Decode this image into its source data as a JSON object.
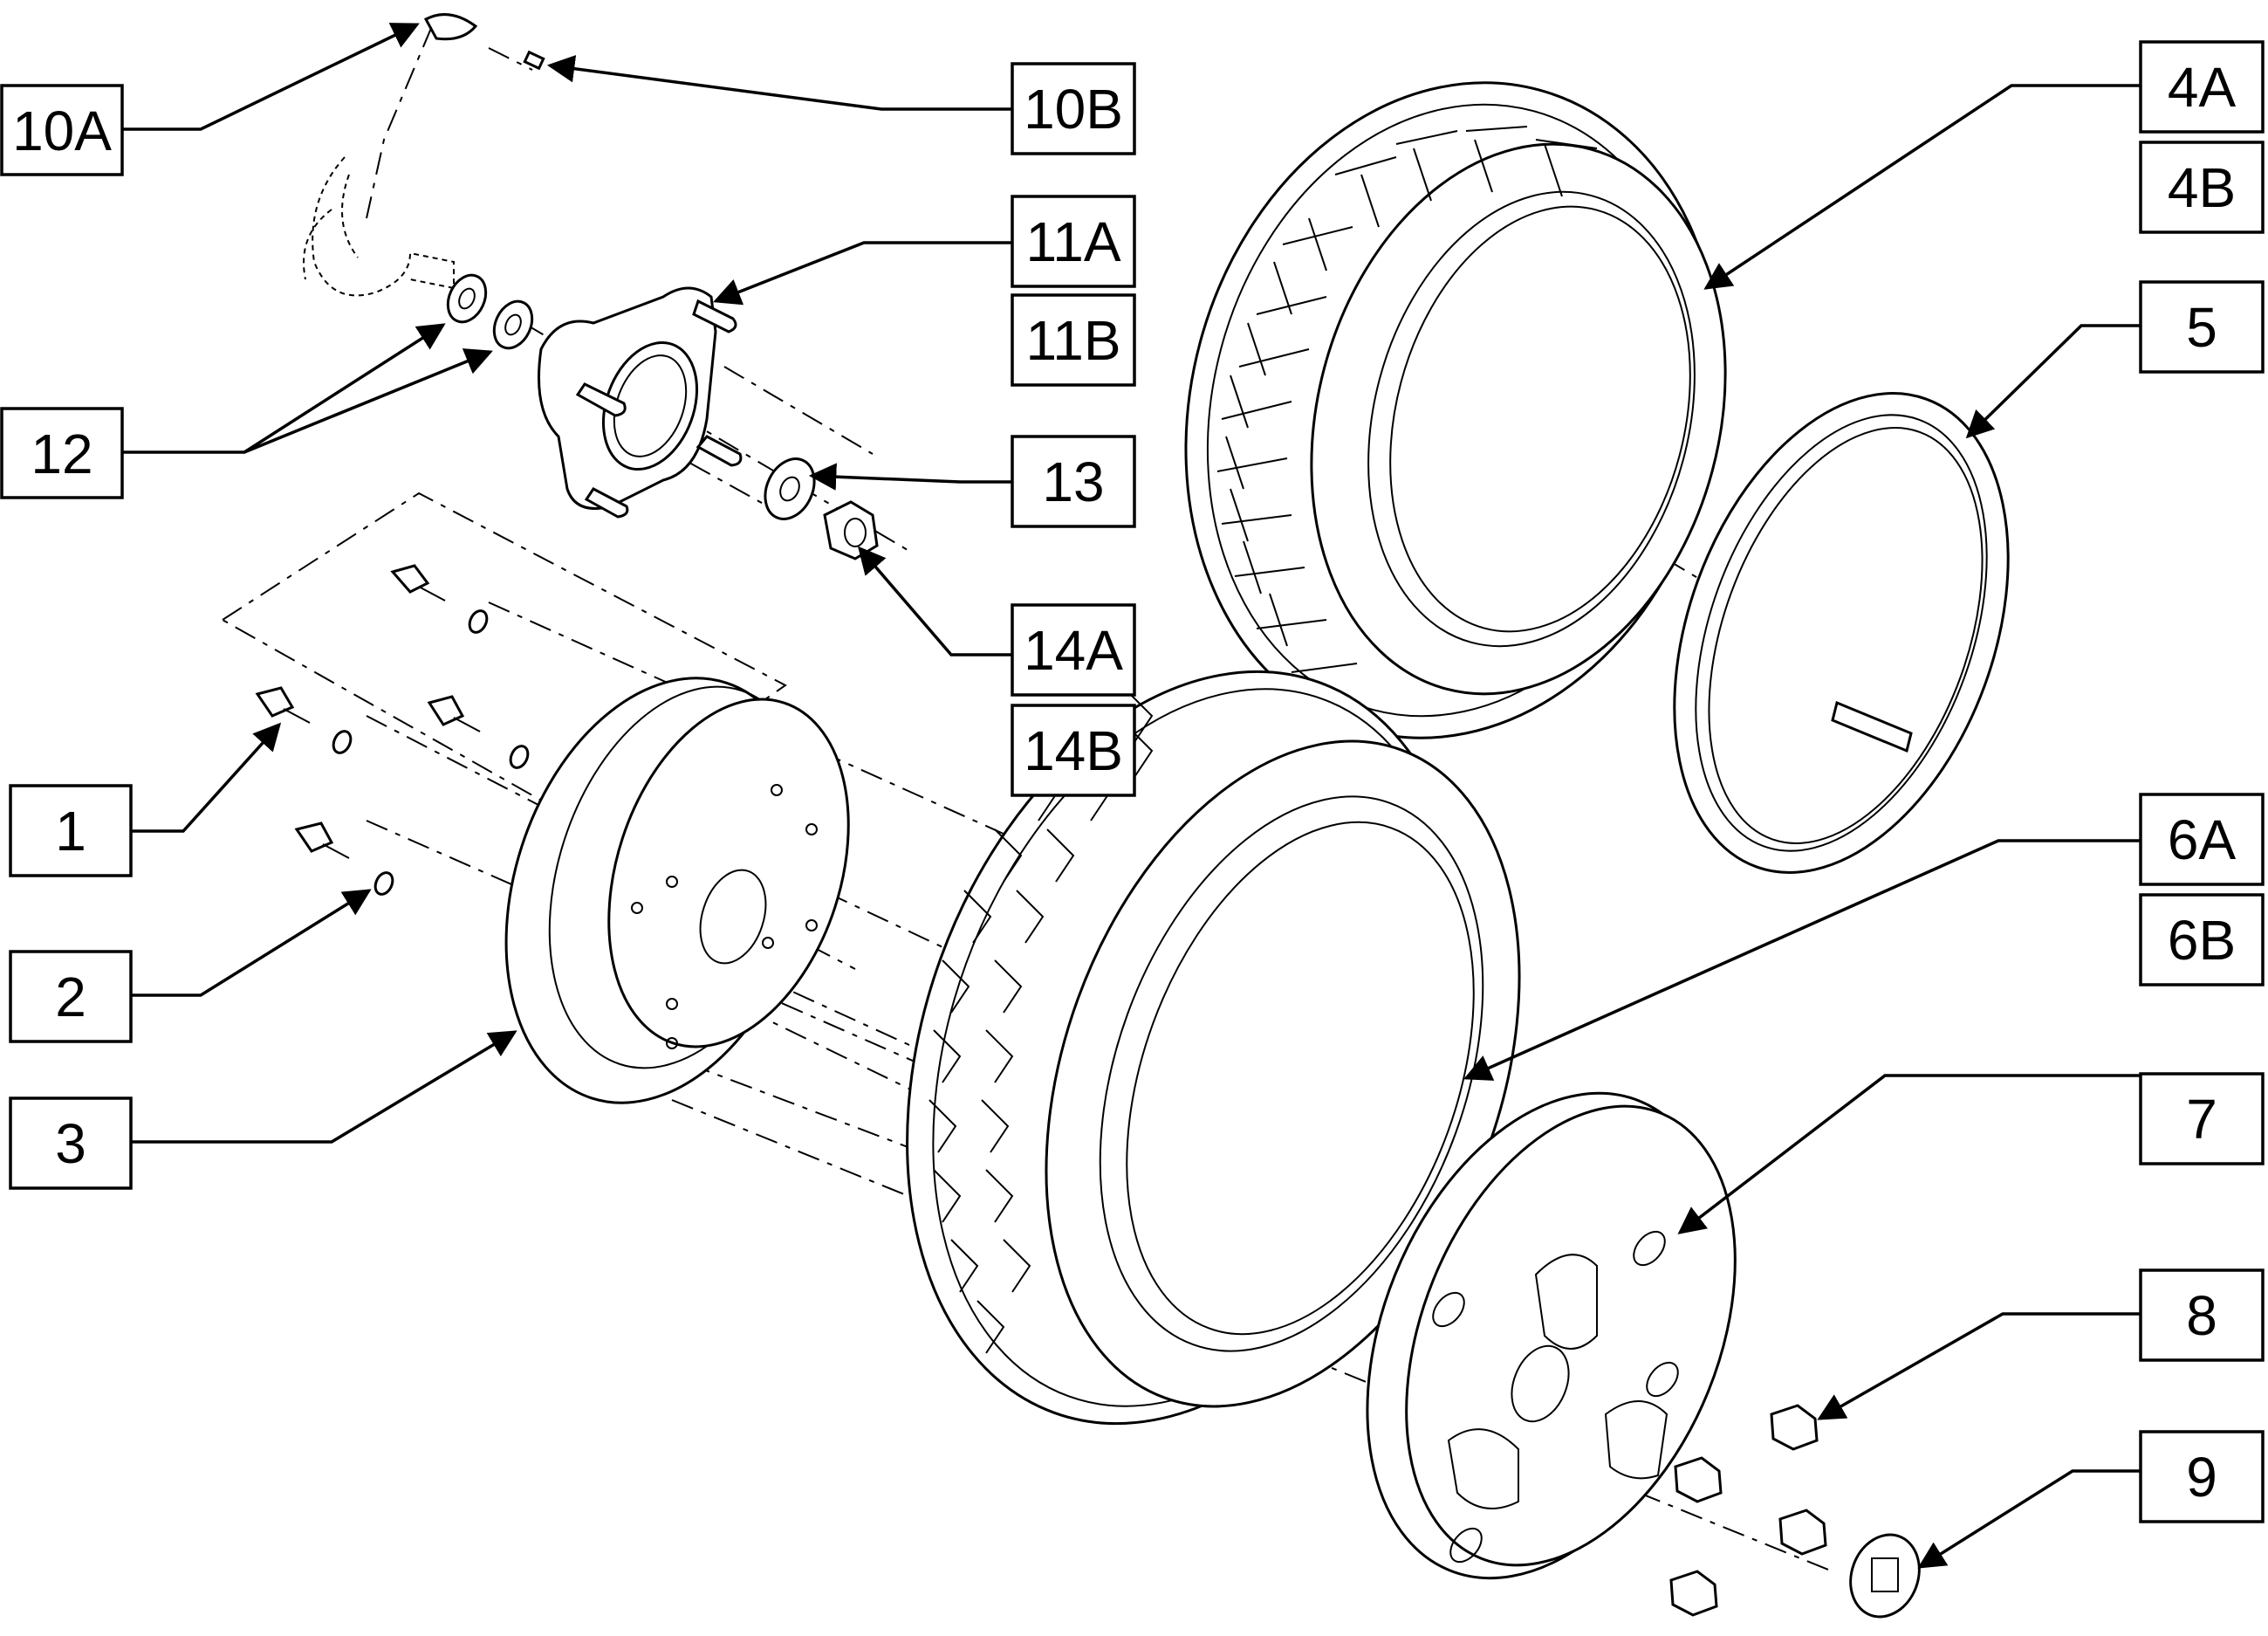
{
  "callouts": {
    "c10a": "10A",
    "c10b": "10B",
    "c11a": "11A",
    "c11b": "11B",
    "c12": "12",
    "c13": "13",
    "c14a": "14A",
    "c14b": "14B",
    "c1": "1",
    "c2": "2",
    "c3": "3",
    "c4a": "4A",
    "c4b": "4B",
    "c5": "5",
    "c6a": "6A",
    "c6b": "6B",
    "c7": "7",
    "c8": "8",
    "c9": "9"
  }
}
